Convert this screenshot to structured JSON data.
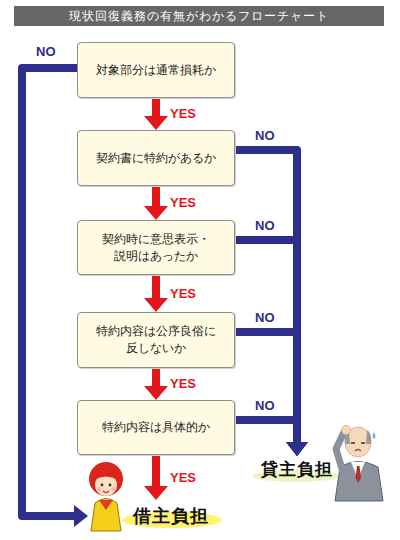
{
  "diagram": {
    "title": "現状回復義務の有無がわかるフローチャート",
    "nodes": [
      {
        "text": [
          "対象部分は通常損耗か"
        ]
      },
      {
        "text": [
          "契約書に特約があるか"
        ]
      },
      {
        "text": [
          "契約時に意思表示・ 説明はあったか"
        ]
      },
      {
        "text": [
          "特約内容は公序良俗に 反しないか"
        ]
      },
      {
        "text": [
          "特約内容は具体的か"
        ]
      },
      {
        "text": [
          "貸主負担"
        ]
      },
      {
        "text": [
          "借主負担"
        ]
      }
    ],
    "edges": [
      {
        "from": 0,
        "to": 1,
        "label": "YES",
        "arrow": "to"
      },
      {
        "from": 1,
        "to": 2,
        "label": "YES",
        "arrow": "to"
      },
      {
        "from": 2,
        "to": 3,
        "label": "YES",
        "arrow": "to"
      },
      {
        "from": 3,
        "to": 4,
        "label": "YES",
        "arrow": "to"
      },
      {
        "from": 4,
        "to": 6,
        "label": "YES",
        "arrow": "to"
      },
      {
        "from": 0,
        "to": 6,
        "label": "NO",
        "arrow": "to"
      },
      {
        "from": 1,
        "to": 5,
        "label": "NO",
        "arrow": "to"
      },
      {
        "from": 2,
        "to": 5,
        "label": "NO",
        "arrow": "to"
      },
      {
        "from": 3,
        "to": 5,
        "label": "NO",
        "arrow": "to"
      },
      {
        "from": 4,
        "to": 5,
        "label": "NO",
        "arrow": "to"
      }
    ]
  }
}
